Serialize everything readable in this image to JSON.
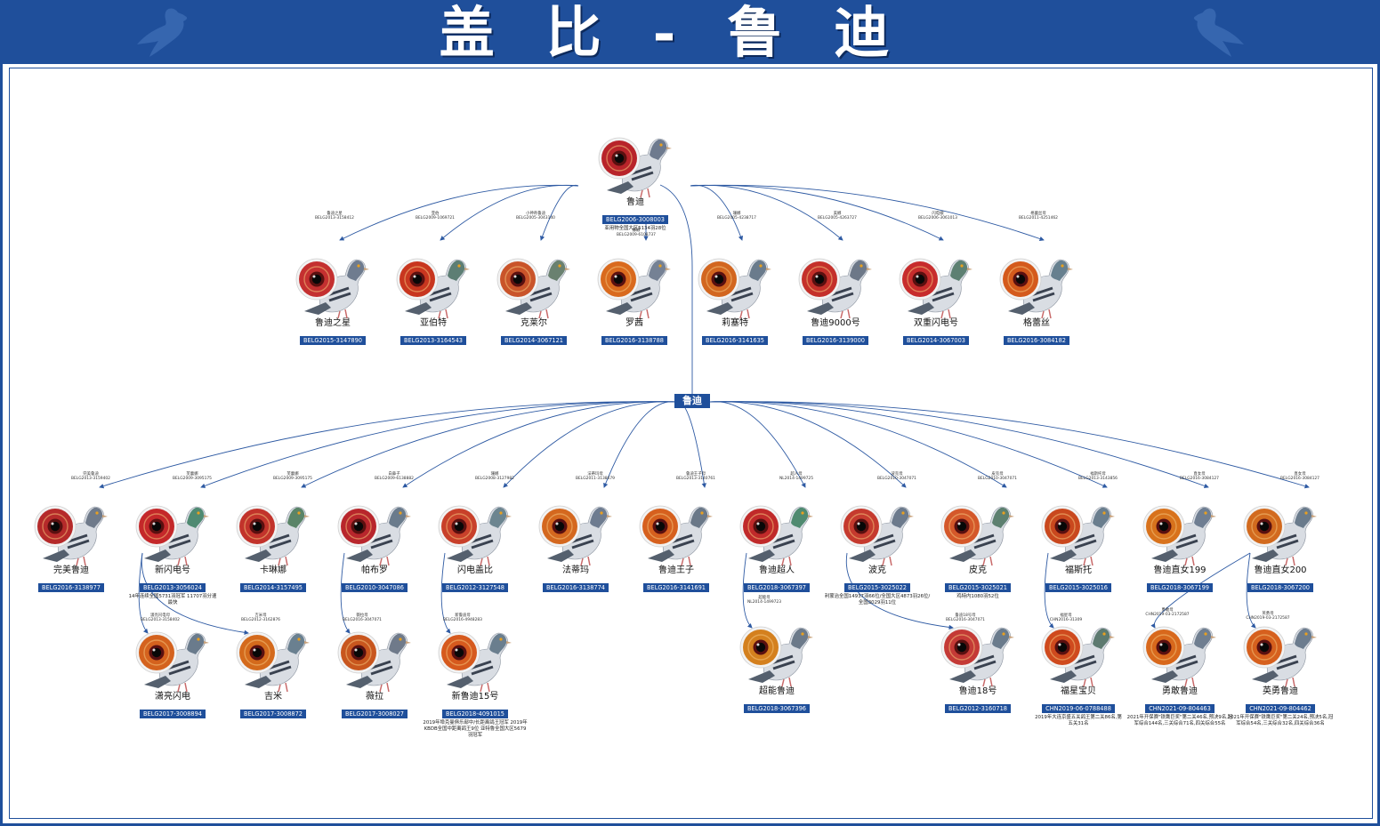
{
  "header": {
    "title": "盖比-鲁迪"
  },
  "hub": {
    "label": "鲁迪"
  },
  "root": {
    "name": "鲁迪",
    "ring": "BELG2006-3008003",
    "note": "亚用物全国大区5134羽28位",
    "eye": "#b8242a",
    "head": "#6e7a8e"
  },
  "links": {
    "top": [
      {
        "ring": "BELG2013-3158412",
        "mate": "鲁迪之星"
      },
      {
        "ring": "BELG2009-1069721",
        "mate": "亚伯"
      },
      {
        "ring": "BELG2005-3043140",
        "mate": "小神奇鲁迪"
      },
      {
        "ring": "BELG2009-6108737",
        "mate": "娜娜"
      },
      {
        "ring": "BELG2005-4238717",
        "mate": "珊娜"
      },
      {
        "ring": "BELG2005-4263727",
        "mate": "美娜"
      },
      {
        "ring": "BELG2006-3061013",
        "mate": "闪电娘"
      },
      {
        "ring": "BELG2011-4251462",
        "mate": "格蕾丝母"
      }
    ],
    "bottom": [
      {
        "ring": "BELG2013-3159402",
        "mate": "完美鲁迪"
      },
      {
        "ring": "BELG2009-3095175",
        "mate": "芙蕾娜"
      },
      {
        "ring": "BELG2009-3095175",
        "mate": "芙蕾娜"
      },
      {
        "ring": "BELG2009-6138882",
        "mate": "白鼻子"
      },
      {
        "ring": "BELG2008-3127982",
        "mate": "珊娜"
      },
      {
        "ring": "BELG2011-3138679",
        "mate": "法蒂玛母"
      },
      {
        "ring": "BELG2013-3140761",
        "mate": "鲁迪王子母"
      },
      {
        "ring": "NL2014-1499725",
        "mate": "超人母"
      },
      {
        "ring": "BELG2010-3047071",
        "mate": "波克母"
      },
      {
        "ring": "BELG2010-3047071",
        "mate": "皮克母"
      },
      {
        "ring": "BELG2013-3143856",
        "mate": "福斯托母"
      },
      {
        "ring": "BELG2016-3084127",
        "mate": "直女母"
      },
      {
        "ring": "BELG2016-3084127",
        "mate": "直女母"
      }
    ],
    "third": [
      {
        "ring": "BELG2013-3158402",
        "mate": "潇亮闪电母"
      },
      {
        "ring": "BELG2012-3162876",
        "mate": "吉米母"
      },
      {
        "ring": "BELG2016-3047071",
        "mate": "薇拉母"
      },
      {
        "ring": "BELG2016-4948283",
        "mate": "新鲁迪母"
      },
      {
        "ring": "NL2014-1499723",
        "mate": "超能母"
      },
      {
        "ring": "BELG2016-3047071",
        "mate": "鲁迪18号母"
      },
      {
        "ring": "CHN2016-31309",
        "mate": "福星母"
      },
      {
        "ring": "CHN2019-03-2172587",
        "mate": "勇敢母"
      },
      {
        "ring": "CHN2019-03-2172587",
        "mate": "英勇母"
      }
    ]
  },
  "children": [
    {
      "name": "鲁迪之星",
      "ring": "BELG2015-3147890",
      "note": "",
      "eye": "#c43030",
      "head": "#6f7c8f"
    },
    {
      "name": "亚伯特",
      "ring": "BELG2013-3164543",
      "note": "",
      "eye": "#c8361f",
      "head": "#5d7e74"
    },
    {
      "name": "克莱尔",
      "ring": "BELG2014-3067121",
      "note": "",
      "eye": "#c9542a",
      "head": "#6a8170"
    },
    {
      "name": "罗茜",
      "ring": "BELG2016-3138788",
      "note": "",
      "eye": "#d96a1e",
      "head": "#758194"
    },
    {
      "name": "莉塞特",
      "ring": "BELG2016-3141635",
      "note": "",
      "eye": "#d2661f",
      "head": "#6a7b8c"
    },
    {
      "name": "鲁迪9000号",
      "ring": "BELG2016-3139000",
      "note": "",
      "eye": "#c4302a",
      "head": "#6d7888"
    },
    {
      "name": "双重闪电号",
      "ring": "BELG2014-3067003",
      "note": "",
      "eye": "#c72c2c",
      "head": "#5d8072"
    },
    {
      "name": "格蕾丝",
      "ring": "BELG2016-3084182",
      "note": "",
      "eye": "#d45a1c",
      "head": "#67808f"
    }
  ],
  "grandchildren": [
    {
      "name": "完美鲁迪",
      "ring": "BELG2016-3138977",
      "note": "",
      "eye": "#b52a2a",
      "head": "#6f7a8a"
    },
    {
      "name": "新闪电号",
      "ring": "BELG2013-3056024",
      "note": "14年连续全国5731羽冠军 11707羽分速最快",
      "eye": "#c4282a",
      "head": "#4f8a72"
    },
    {
      "name": "卡琳娜",
      "ring": "BELG2014-3157495",
      "note": "",
      "eye": "#c2332b",
      "head": "#5a8468"
    },
    {
      "name": "帕布罗",
      "ring": "BELG2010-3047086",
      "note": "",
      "eye": "#b8262c",
      "head": "#6a7b8c"
    },
    {
      "name": "闪电盖比",
      "ring": "BELG2012-3127548",
      "note": "",
      "eye": "#c8402a",
      "head": "#6c8590"
    },
    {
      "name": "法蒂玛",
      "ring": "BELG2016-3138774",
      "note": "",
      "eye": "#d4681f",
      "head": "#6e7c90"
    },
    {
      "name": "鲁迪王子",
      "ring": "BELG2016-3141691",
      "note": "",
      "eye": "#d6601e",
      "head": "#6a7888"
    },
    {
      "name": "鲁迪超人",
      "ring": "BELG2018-3067397",
      "note": "",
      "eye": "#c02a2a",
      "head": "#4f8a70"
    },
    {
      "name": "波克",
      "ring": "BELG2015-3025022",
      "note": "利蒙治全国14937羽66位/全国大区4873羽26位/全国3029羽11位",
      "eye": "#c53a2e",
      "head": "#6c7a8c"
    },
    {
      "name": "皮克",
      "ring": "BELG2015-3025021",
      "note": "鸡特内1080羽52位",
      "eye": "#d4582a",
      "head": "#5d8070"
    },
    {
      "name": "福斯托",
      "ring": "BELG2015-3025016",
      "note": "",
      "eye": "#c9481e",
      "head": "#6a7e8e"
    },
    {
      "name": "鲁迪直女199",
      "ring": "BELG2018-3067199",
      "note": "",
      "eye": "#d8721c",
      "head": "#6f7e92"
    },
    {
      "name": "鲁迪直女200",
      "ring": "BELG2018-3067200",
      "note": "",
      "eye": "#d26a1e",
      "head": "#6a7b8c"
    }
  ],
  "third_gen": [
    {
      "name": "潇亮闪电",
      "ring": "BELG2017-3008894",
      "note": "",
      "eye": "#d4621e",
      "head": "#6a7b8c"
    },
    {
      "name": "吉米",
      "ring": "BELG2017-3008872",
      "note": "",
      "eye": "#d46a1c",
      "head": "#6a8090"
    },
    {
      "name": "薇拉",
      "ring": "BELG2017-3008027",
      "note": "",
      "eye": "#c8561e",
      "head": "#6f7a8a"
    },
    {
      "name": "新鲁迪15号",
      "ring": "BELG2018-4091015",
      "note": "2019年埠克曼俱乐部中/长距离鸽王冠军 2019年KBDB全国中距离鸽王9位 亚特鲁全国大区5679羽冠军",
      "eye": "#d65a1e",
      "head": "#6a7e8e"
    },
    {
      "name": "超能鲁迪",
      "ring": "BELG2018-3067396",
      "note": "",
      "eye": "#d4801e",
      "head": "#6c7a8a"
    },
    {
      "name": "鲁迪18号",
      "ring": "BELG2012-3160718",
      "note": "",
      "eye": "#c43a36",
      "head": "#6a7b8c"
    },
    {
      "name": "福星宝贝",
      "ring": "CHN2019-06-0788488",
      "note": "2019年大连京盛五关鸽王第二关86名,第五关31名",
      "eye": "#cf4a1e",
      "head": "#5d7a70"
    },
    {
      "name": "勇敢鲁迪",
      "ring": "CHN2021-09-804463",
      "note": "2021年开保赛\"铁鹰巨奖\"第二关46名,预决9名,冠军综合144名,三关综合71名,四关综合55名",
      "eye": "#d8681c",
      "head": "#6f7e90"
    },
    {
      "name": "英勇鲁迪",
      "ring": "CHN2021-09-804462",
      "note": "2021年开保赛\"铁鹰巨奖\"第二关24名,预决5名,冠军综合54名,三关综合32名,四关综合36名",
      "eye": "#d6601e",
      "head": "#6c7c8e"
    }
  ],
  "colors": {
    "brand": "#1f4f9b",
    "link": "#2e5aa3"
  }
}
